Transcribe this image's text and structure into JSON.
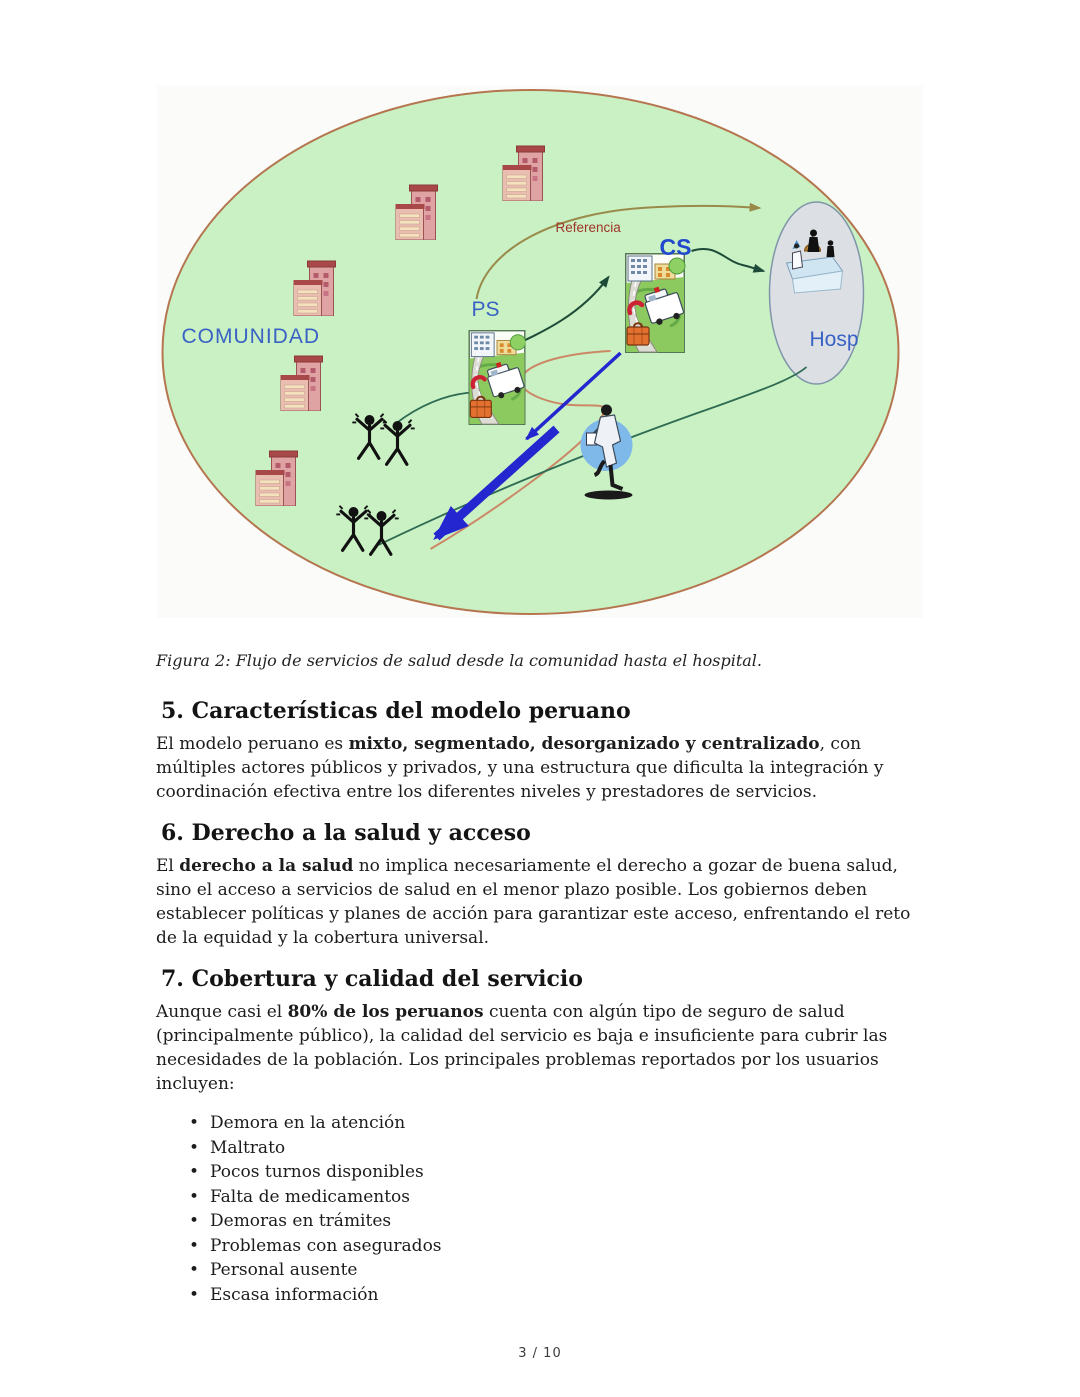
{
  "document": {
    "figure": {
      "caption": "Figura 2: Flujo de servicios de salud desde la comunidad hasta el hospital.",
      "labels": {
        "community": "COMUNIDAD",
        "health_post": "PS",
        "health_center": "CS",
        "hospital": "Hosp",
        "referral": "Referencia"
      },
      "colors": {
        "community_ellipse_fill": "#c9f1c4",
        "community_ellipse_border": "#b5764f",
        "hospital_ellipse_fill": "#dce0e5",
        "hospital_ellipse_border": "#8095a8",
        "label_blue": "#3a62c4",
        "cs_label_blue": "#2148cc",
        "referral_red": "#a03428",
        "flow_arrow_blue": "#2426cf",
        "flow_line_green": "#2e6b52",
        "referral_arrow_olive": "#9a8a4a",
        "loop_salmon": "#cc8866"
      },
      "elements": [
        "community-buildings",
        "health-post-clipart",
        "health-center-clipart",
        "hospital-surgery-clipart",
        "people-group-upper",
        "people-group-lower",
        "running-doctor"
      ]
    },
    "sections": [
      {
        "heading": "5. Características del modelo peruano",
        "runs": [
          {
            "t": "El modelo peruano es "
          },
          {
            "t": "mixto, segmentado, desorganizado y centralizado",
            "b": true
          },
          {
            "t": ", con múltiples actores públicos y privados, y una estructura que dificulta la integración y coordinación efectiva entre los diferentes niveles y prestadores de servicios."
          }
        ]
      },
      {
        "heading": "6. Derecho a la salud y acceso",
        "runs": [
          {
            "t": "El "
          },
          {
            "t": "derecho a la salud",
            "b": true
          },
          {
            "t": " no implica necesariamente el derecho a gozar de buena salud, sino el acceso a servicios de salud en el menor plazo posible. Los gobiernos deben establecer políticas y planes de acción para garantizar este acceso, enfrentando el reto de la equidad y la cobertura universal."
          }
        ]
      },
      {
        "heading": "7. Cobertura y calidad del servicio",
        "runs": [
          {
            "t": "Aunque casi el "
          },
          {
            "t": "80% de los peruanos",
            "b": true
          },
          {
            "t": " cuenta con algún tipo de seguro de salud (principalmente público), la calidad del servicio es baja e insuficiente para cubrir las necesidades de la población. Los principales problemas reportados por los usuarios incluyen:"
          }
        ],
        "bullets": [
          "Demora en la atención",
          "Maltrato",
          "Pocos turnos disponibles",
          "Falta de medicamentos",
          "Demoras en trámites",
          "Problemas con asegurados",
          "Personal ausente",
          "Escasa información"
        ]
      }
    ],
    "footer": {
      "page_indicator": "3 / 10"
    }
  }
}
